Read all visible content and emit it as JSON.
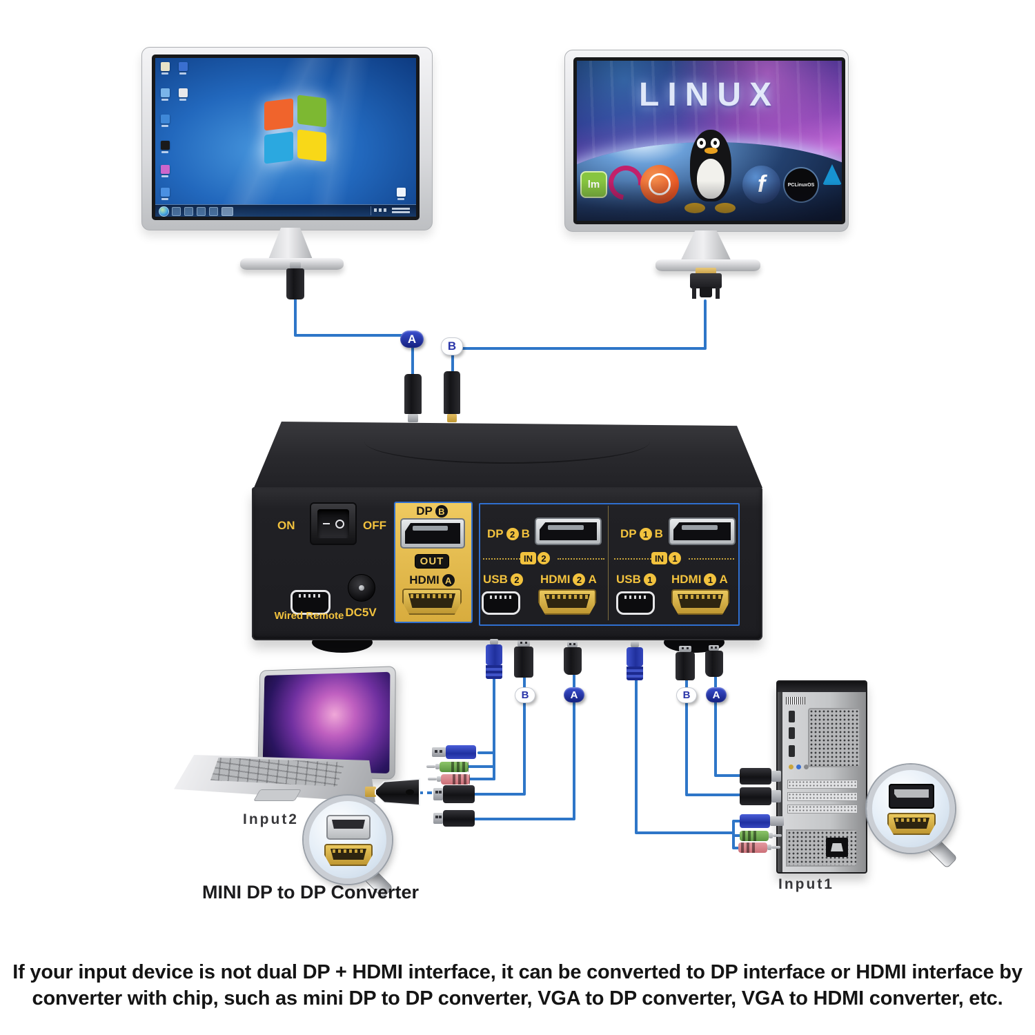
{
  "badges": {
    "a": "A",
    "b": "B"
  },
  "monitors": {
    "right": {
      "title": "LINUX",
      "pclinuxos": "PCLinuxOS",
      "mint": "lm",
      "fedora": "f"
    }
  },
  "kvm": {
    "on": "ON",
    "off": "OFF",
    "out": {
      "dp": "DP",
      "dp_circ": "B",
      "out": "OUT",
      "hdmi": "HDMI",
      "hdmi_circ": "A"
    },
    "wired_remote": "Wired Remote",
    "dc5v": "DC5V",
    "in2": {
      "dp": "DP",
      "dp_num": "2",
      "dp_b": "B",
      "in": "IN",
      "in_num": "2",
      "usb": "USB",
      "usb_num": "2",
      "hdmi": "HDMI",
      "hdmi_num": "2",
      "hdmi_a": "A"
    },
    "in1": {
      "dp": "DP",
      "dp_num": "1",
      "dp_b": "B",
      "in": "IN",
      "in_num": "1",
      "usb": "USB",
      "usb_num": "1",
      "hdmi": "HDMI",
      "hdmi_num": "1",
      "hdmi_a": "A"
    }
  },
  "labels": {
    "input1": "Input1",
    "input2": "Input2",
    "converter": "MINI DP to DP Converter"
  },
  "footer": {
    "line1": "If your input device is not dual DP + HDMI interface, it can be converted to DP interface or HDMI interface by",
    "line2": "converter with chip, such as mini DP to DP converter, VGA to DP converter, VGA to HDMI converter, etc."
  },
  "colors": {
    "cable_blue": "#2e76c8",
    "panel_yellow": "#e9c455",
    "label_yellow": "#f2c23e",
    "section_border_blue": "#2f6fd0",
    "badge_blue": "#1b2a9e"
  }
}
